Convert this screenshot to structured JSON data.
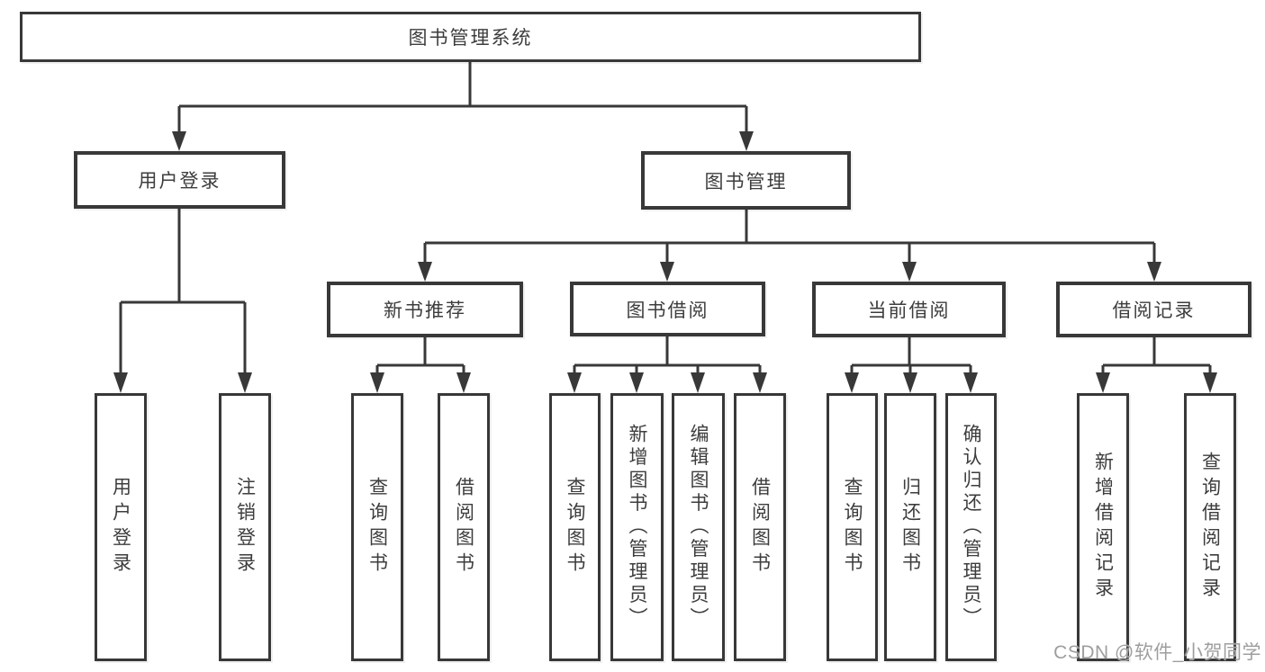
{
  "tree": {
    "root": {
      "label": "图书管理系统"
    },
    "level2": [
      {
        "label": "用户登录",
        "children": [
          {
            "label": "用户登录"
          },
          {
            "label": "注销登录"
          }
        ]
      },
      {
        "label": "图书管理",
        "children": [
          {
            "label": "新书推荐",
            "children": [
              {
                "label": "查询图书"
              },
              {
                "label": "借阅图书"
              }
            ]
          },
          {
            "label": "图书借阅",
            "children": [
              {
                "label": "查询图书"
              },
              {
                "label": "新增图书（管理员）"
              },
              {
                "label": "编辑图书（管理员）"
              },
              {
                "label": "借阅图书"
              }
            ]
          },
          {
            "label": "当前借阅",
            "children": [
              {
                "label": "查询图书"
              },
              {
                "label": "归还图书"
              },
              {
                "label": "确认归还（管理员）"
              }
            ]
          },
          {
            "label": "借阅记录",
            "children": [
              {
                "label": "新增借阅记录"
              },
              {
                "label": "查询借阅记录"
              }
            ]
          }
        ]
      }
    ]
  },
  "watermark": {
    "text": "CSDN @软件_小贺同学"
  },
  "colors": {
    "line": "#383838",
    "text": "#3d3d3d",
    "box_background": "#ffffff",
    "watermark": "#9e9e9e",
    "page_background": "#ffffff"
  }
}
